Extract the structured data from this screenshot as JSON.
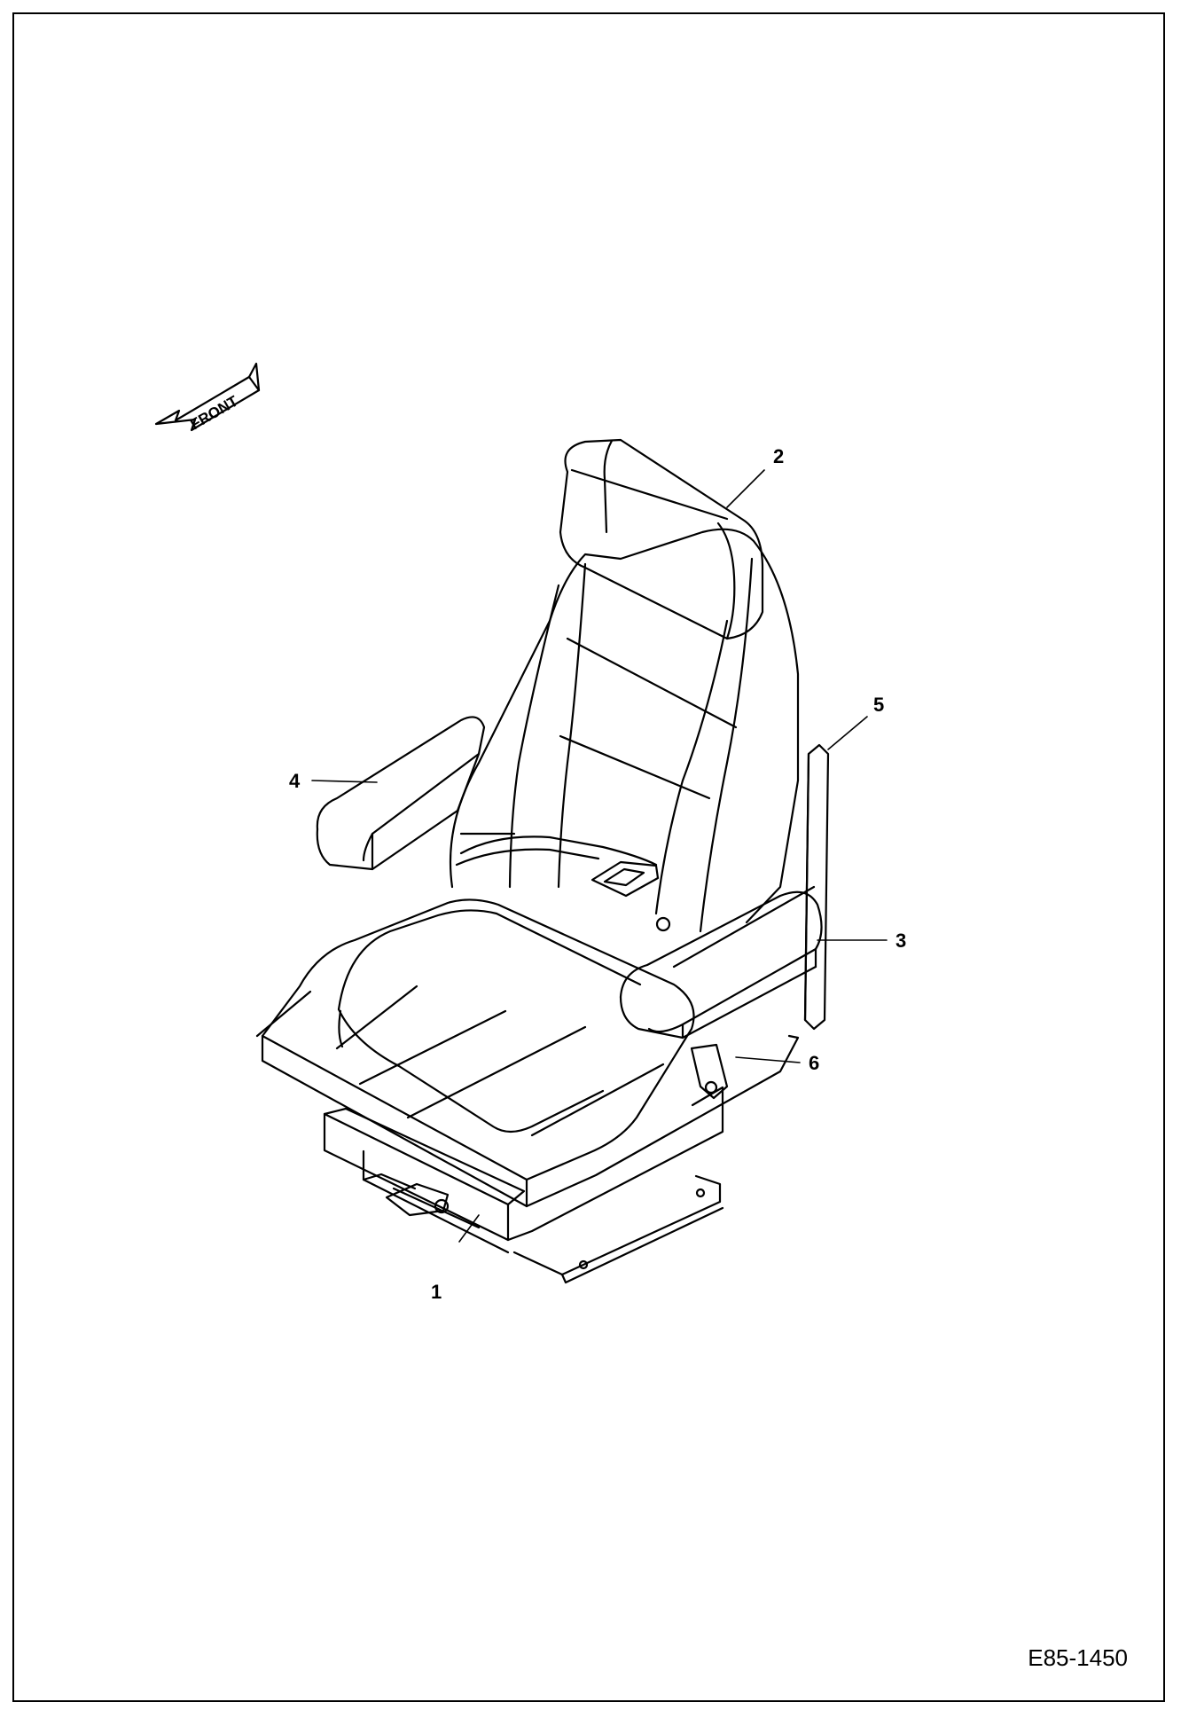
{
  "direction_label": "FRONT",
  "drawing_code": "E85-1450",
  "callouts": {
    "c1": "1",
    "c2": "2",
    "c3": "3",
    "c4": "4",
    "c5": "5",
    "c6": "6"
  }
}
